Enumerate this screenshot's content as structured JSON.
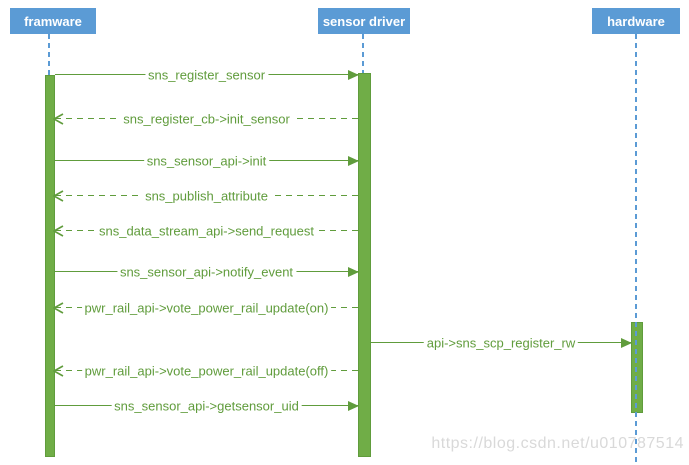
{
  "diagram": {
    "type": "sequence-diagram",
    "actors": [
      {
        "id": "framware",
        "label": "framware"
      },
      {
        "id": "sensor-driver",
        "label": "sensor driver"
      },
      {
        "id": "hardware",
        "label": "hardware"
      }
    ],
    "messages": [
      {
        "label": "sns_register_sensor",
        "from": "framware",
        "to": "sensor-driver",
        "style": "solid",
        "direction": "right"
      },
      {
        "label": "sns_register_cb->init_sensor",
        "from": "sensor-driver",
        "to": "framware",
        "style": "dashed",
        "direction": "left"
      },
      {
        "label": "sns_sensor_api->init",
        "from": "framware",
        "to": "sensor-driver",
        "style": "solid",
        "direction": "right"
      },
      {
        "label": "sns_publish_attribute",
        "from": "sensor-driver",
        "to": "framware",
        "style": "dashed",
        "direction": "left"
      },
      {
        "label": "sns_data_stream_api->send_request",
        "from": "sensor-driver",
        "to": "framware",
        "style": "dashed",
        "direction": "left"
      },
      {
        "label": "sns_sensor_api->notify_event",
        "from": "framware",
        "to": "sensor-driver",
        "style": "solid",
        "direction": "right"
      },
      {
        "label": "pwr_rail_api->vote_power_rail_update(on)",
        "from": "sensor-driver",
        "to": "framware",
        "style": "dashed",
        "direction": "left"
      },
      {
        "label": "api->sns_scp_register_rw",
        "from": "sensor-driver",
        "to": "hardware",
        "style": "solid",
        "direction": "right"
      },
      {
        "label": "pwr_rail_api->vote_power_rail_update(off)",
        "from": "sensor-driver",
        "to": "framware",
        "style": "dashed",
        "direction": "left"
      },
      {
        "label": "sns_sensor_api->getsensor_uid",
        "from": "framware",
        "to": "sensor-driver",
        "style": "solid",
        "direction": "right"
      }
    ],
    "watermark": "https://blog.csdn.net/u010787514",
    "colors": {
      "actor_fill": "#5B9BD5",
      "lifeline": "#5B9BD5",
      "activation_fill": "#70AD47",
      "message_green": "#609c3c",
      "watermark_gray": "#d9d9d9"
    }
  }
}
